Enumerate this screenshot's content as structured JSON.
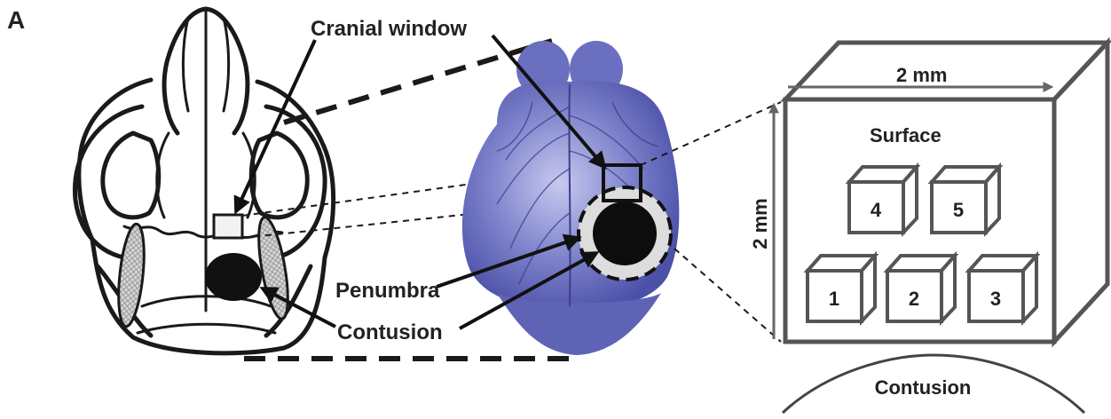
{
  "panel_label": "A",
  "labels": {
    "cranial_window": "Cranial window",
    "penumbra": "Penumbra",
    "contusion_brain": "Contusion",
    "surface": "Surface",
    "width": "2 mm",
    "height": "2 mm",
    "contusion_bottom": "Contusion"
  },
  "cubes": [
    "4",
    "5",
    "1",
    "2",
    "3"
  ],
  "colors": {
    "brain": "#6f74c4",
    "ink": "#1a1a1a",
    "box_gray": "#555555",
    "penumbra": "#dddddd"
  }
}
